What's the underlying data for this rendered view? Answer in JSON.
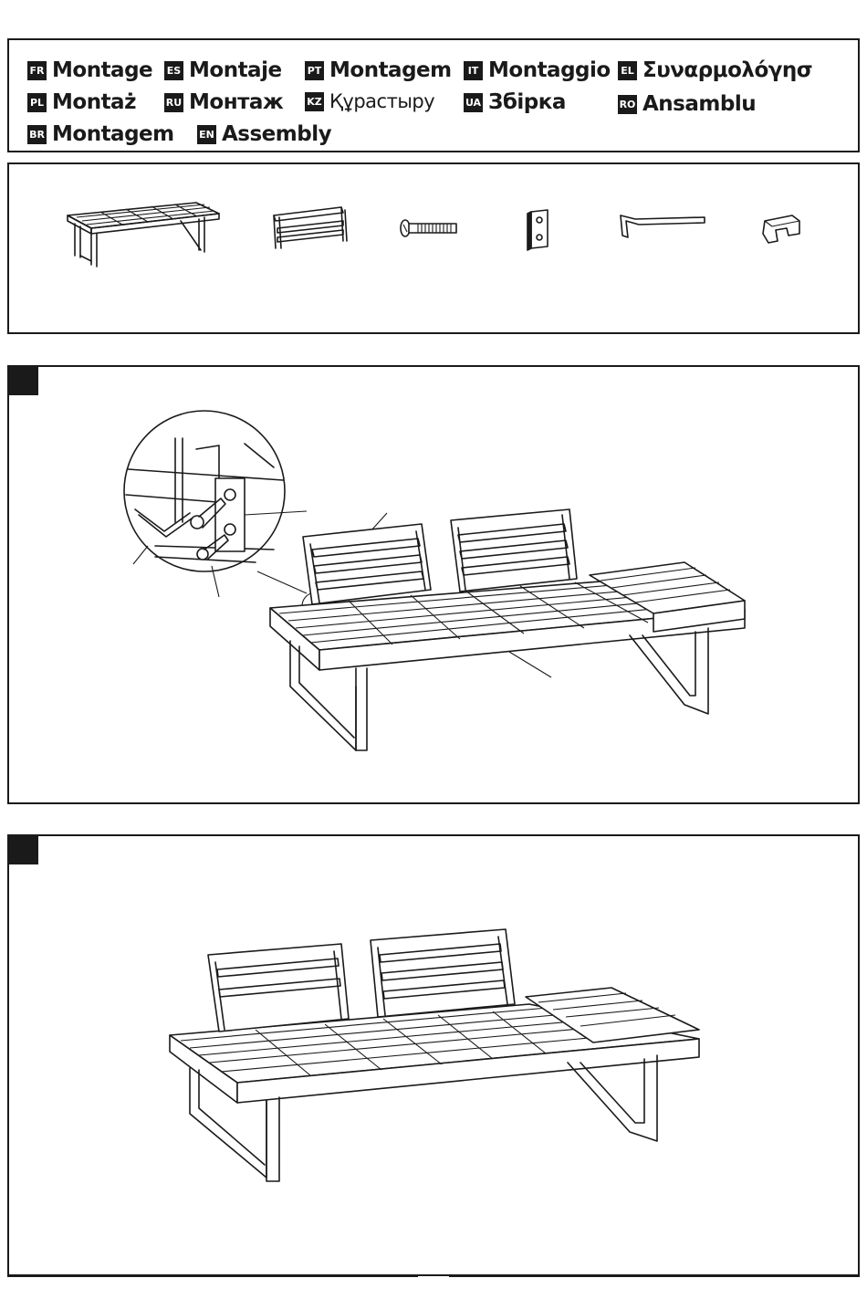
{
  "languages": [
    {
      "code": "FR",
      "word": "Montage"
    },
    {
      "code": "ES",
      "word": "Montaje"
    },
    {
      "code": "PT",
      "word": "Montagem"
    },
    {
      "code": "IT",
      "word": "Montaggio"
    },
    {
      "code": "EL",
      "word": "Συναρμολόγησ"
    },
    {
      "code": "PL",
      "word": "Montaż"
    },
    {
      "code": "RU",
      "word": "Монтаж"
    },
    {
      "code": "KZ",
      "word": "Құрастыру"
    },
    {
      "code": "UA",
      "word": "Збірка"
    },
    {
      "code": "RO",
      "word": "Ansamblu"
    },
    {
      "code": "BR",
      "word": "Montagem"
    },
    {
      "code": "EN",
      "word": "Assembly"
    }
  ],
  "parts": [
    {
      "icon": "table-base-icon"
    },
    {
      "icon": "backrest-icon"
    },
    {
      "icon": "bolt-icon"
    },
    {
      "icon": "connector-plate-icon"
    },
    {
      "icon": "allen-key-icon"
    },
    {
      "icon": "clip-icon"
    }
  ],
  "steps": [
    {
      "icon": "step-1-assembly-illustration"
    },
    {
      "icon": "step-2-assembled-illustration"
    }
  ]
}
